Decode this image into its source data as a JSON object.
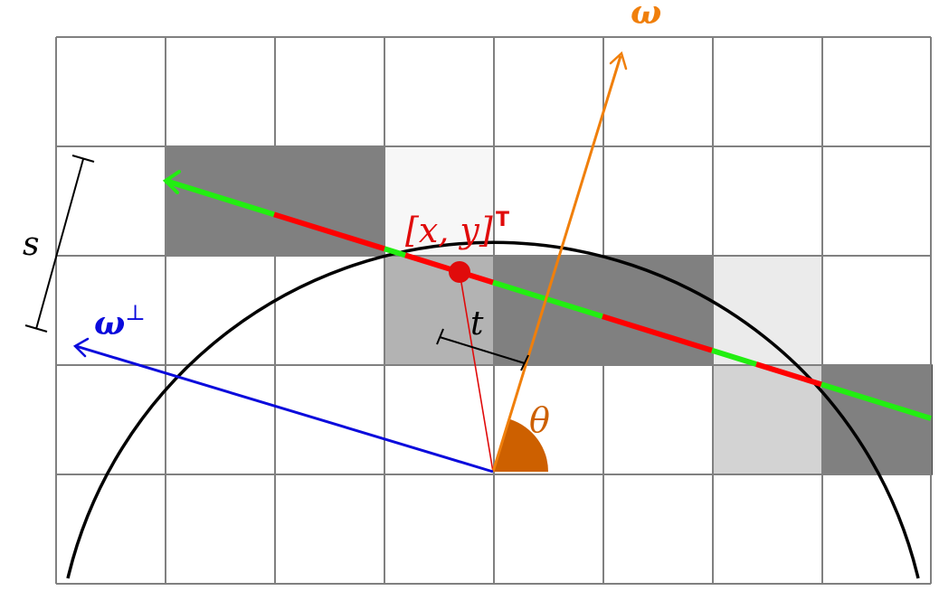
{
  "labels": {
    "omega": "ω",
    "omega_perp": "ω",
    "perp_symbol": "⊥",
    "point": "[x, y]",
    "transpose": "T",
    "theta": "θ",
    "s": "s",
    "t": "t"
  },
  "colors": {
    "omega": "#f07f0b",
    "omega_perp": "#0a0adc",
    "point": "#e00b0b",
    "ray_red": "#ff0000",
    "ray_green": "#22ee11",
    "theta_fill": "#cd6000",
    "grid": "#808080",
    "circle": "#000000"
  },
  "grid": {
    "columns": 8,
    "rows": 5
  },
  "shaded_cells": [
    {
      "col": 1,
      "row": 1,
      "gray": "#808080"
    },
    {
      "col": 2,
      "row": 1,
      "gray": "#808080"
    },
    {
      "col": 3,
      "row": 1,
      "gray": "#f7f7f7"
    },
    {
      "col": 3,
      "row": 2,
      "gray": "#b3b3b3"
    },
    {
      "col": 4,
      "row": 2,
      "gray": "#808080"
    },
    {
      "col": 5,
      "row": 2,
      "gray": "#808080"
    },
    {
      "col": 6,
      "row": 2,
      "gray": "#ebebeb"
    },
    {
      "col": 6,
      "row": 3,
      "gray": "#d3d3d3"
    },
    {
      "col": 7,
      "row": 3,
      "gray": "#808080"
    }
  ]
}
